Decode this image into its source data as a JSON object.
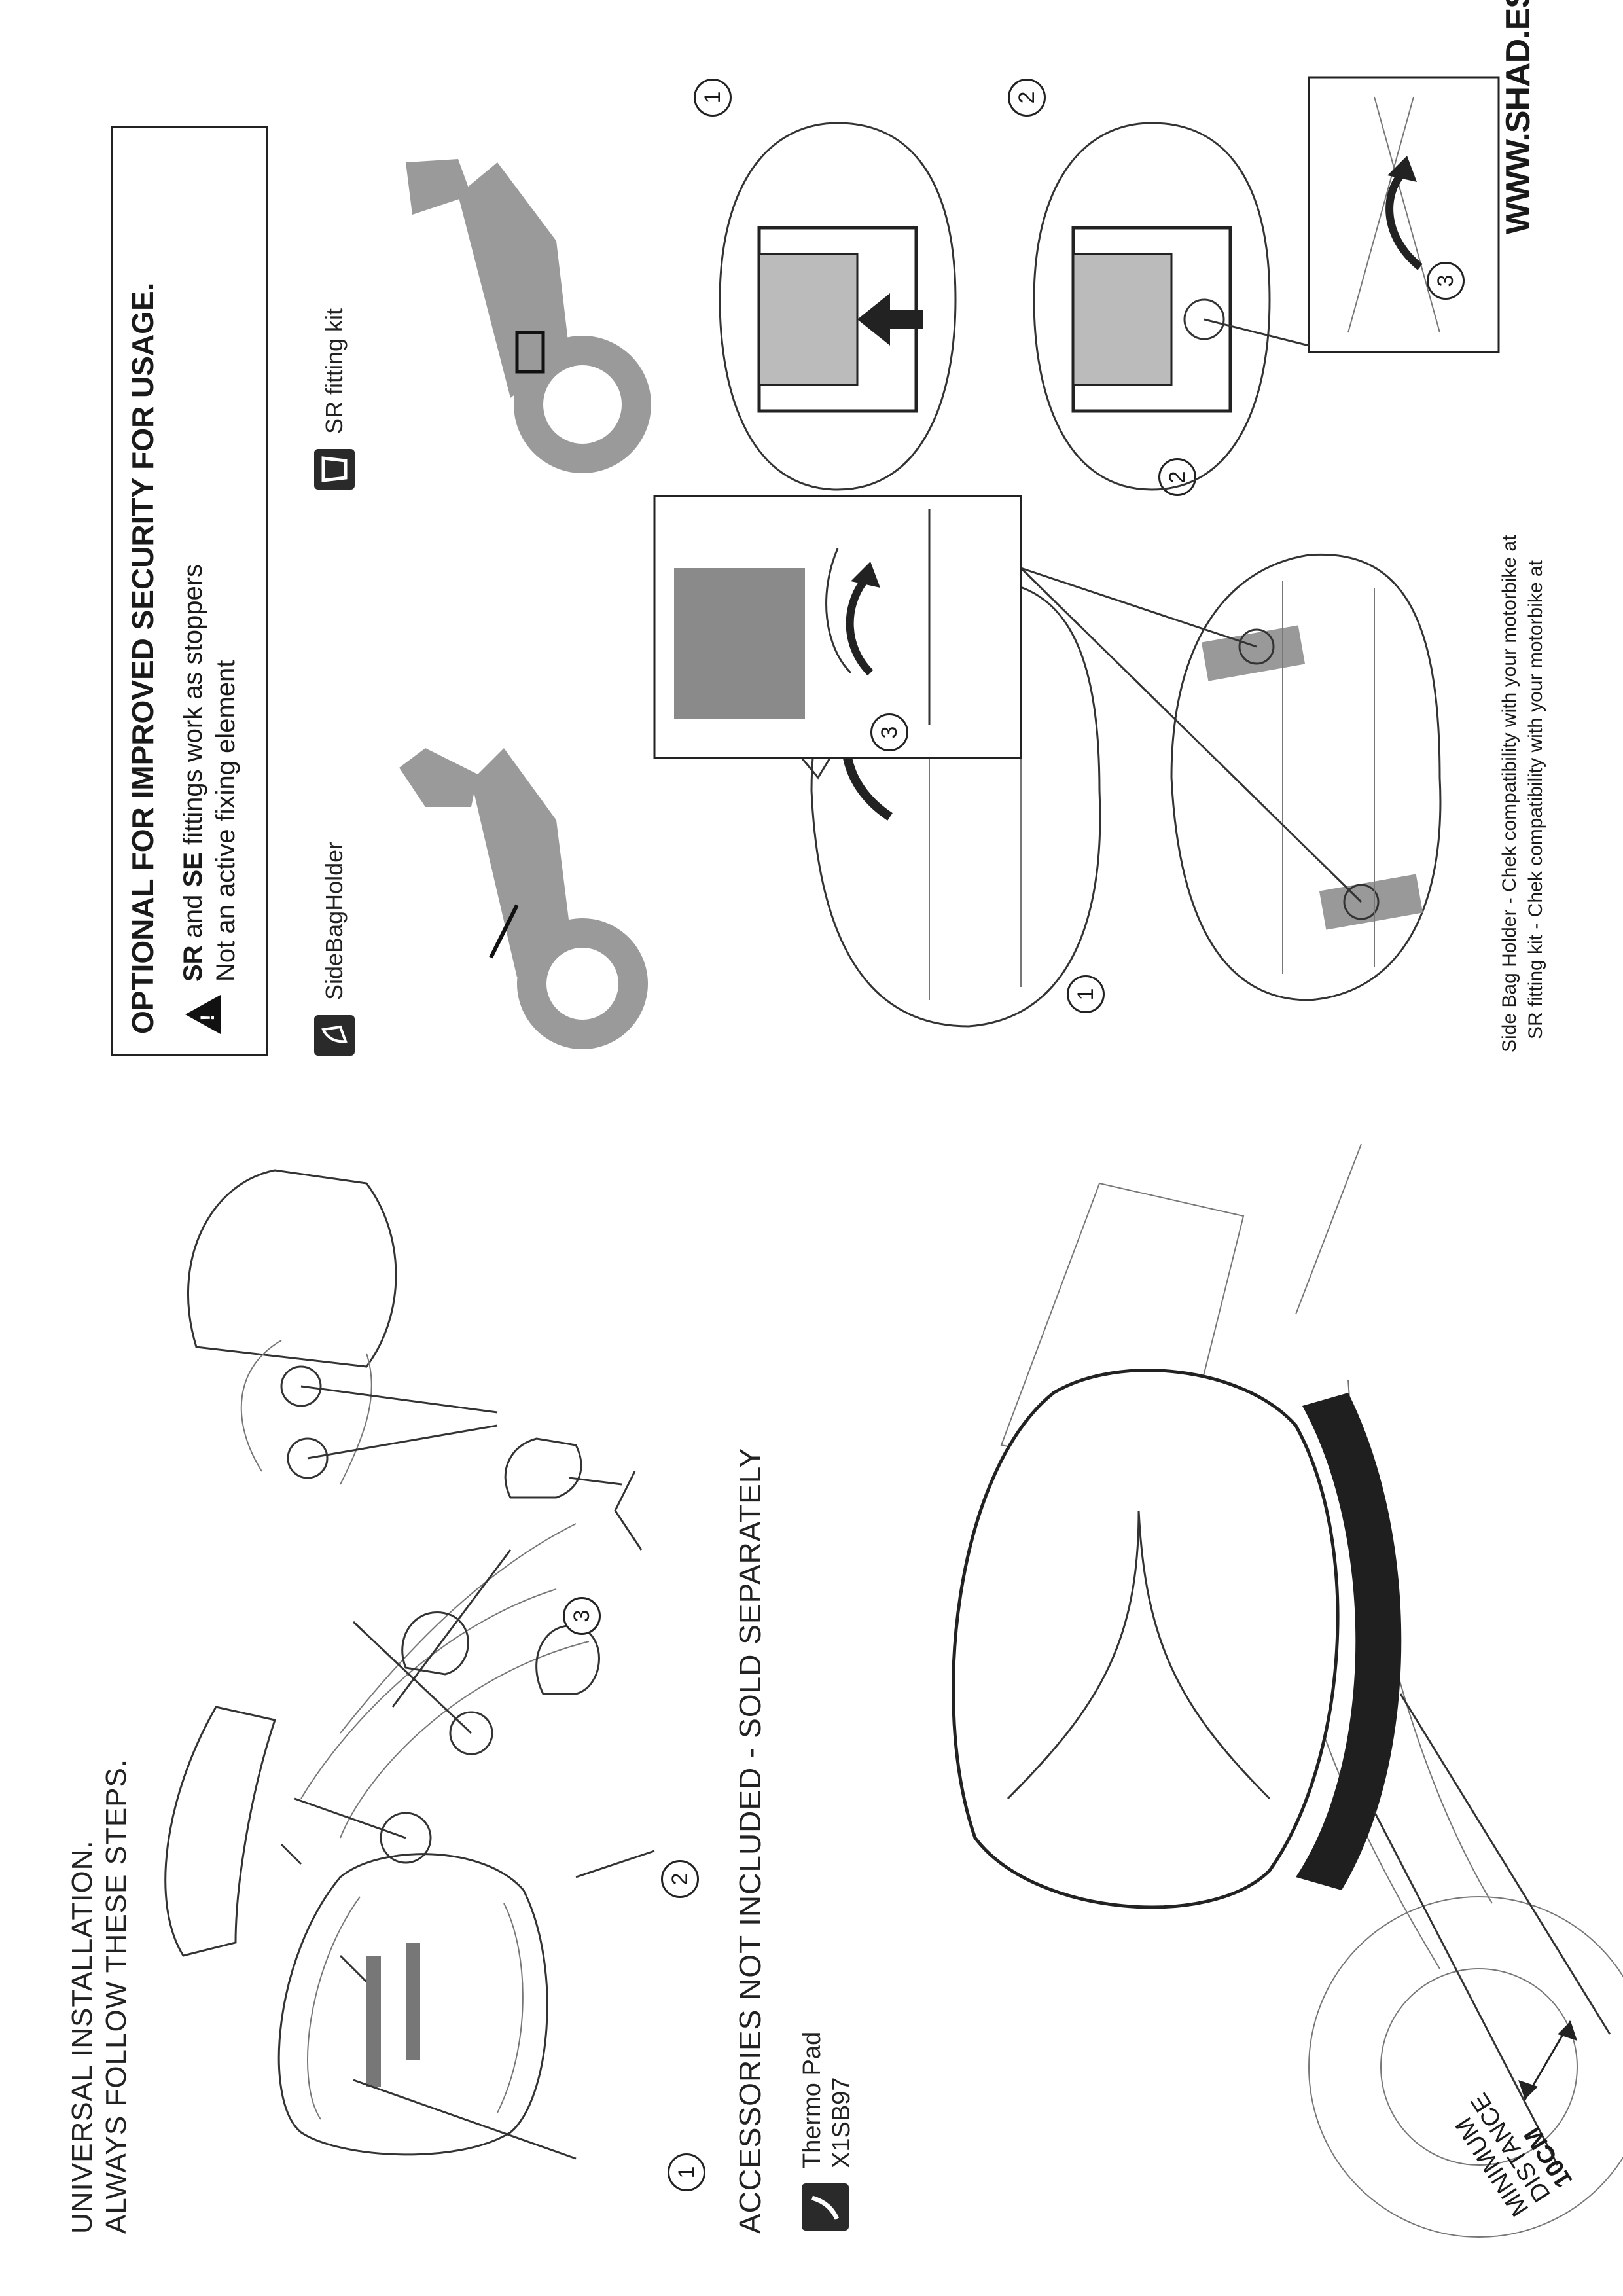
{
  "left": {
    "heading_line1": "UNIVERSAL INSTALLATION.",
    "heading_line2": "ALWAYS FOLLOW THESE STEPS.",
    "step_numbers": [
      "1",
      "2",
      "3"
    ],
    "accessories_heading": "ACCESSORIES NOT INCLUDED - SOLD SEPARATELY",
    "thermo_pad_name": "Thermo Pad",
    "thermo_pad_code": "X1SB97",
    "distance_line1": "MINIMUM",
    "distance_line2": "DISTANCE",
    "distance_line3": "10CM"
  },
  "right": {
    "box_title": "OPTIONAL FOR IMPROVED SECURITY FOR USAGE.",
    "box_line1_sr": "SR",
    "box_line1_and": " and ",
    "box_line1_se": "SE",
    "box_line1_rest": " fittings work as stoppers",
    "box_line2": "Not an active fixing element",
    "side_bag_holder_label": "SideBagHolder",
    "sr_fitting_kit_label": "SR fitting kit",
    "step_numbers": [
      "1",
      "2",
      "3"
    ],
    "footer_line1": "Side Bag Holder - Chek compatibility with your motorbike at",
    "footer_line2": "SR fitting kit - Chek compatibility with your motorbike at",
    "website": "WWW.SHAD.ES"
  }
}
